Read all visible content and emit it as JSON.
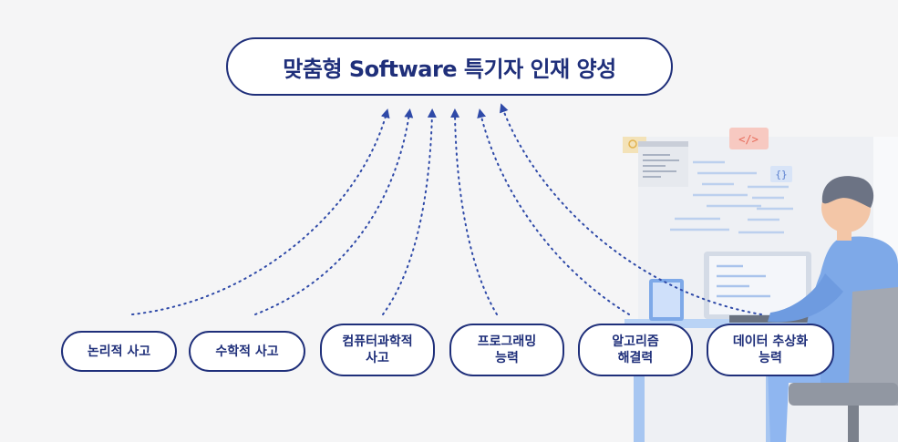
{
  "title": "맞춤형 Software 특기자 인재 양성",
  "nodes": [
    {
      "id": "logic",
      "lines": [
        "논리적 사고"
      ]
    },
    {
      "id": "math",
      "lines": [
        "수학적 사고"
      ]
    },
    {
      "id": "cs",
      "lines": [
        "컴퓨터과학적",
        "사고"
      ]
    },
    {
      "id": "programming",
      "lines": [
        "프로그래밍",
        "능력"
      ]
    },
    {
      "id": "algorithm",
      "lines": [
        "알고리즘",
        "해결력"
      ]
    },
    {
      "id": "abstraction",
      "lines": [
        "데이터 추상화",
        "능력"
      ]
    }
  ],
  "illustration": {
    "code_tag": "</>",
    "braces_tag": "{}"
  },
  "colors": {
    "primary": "#1f2f7a",
    "arrow": "#2f4aa8",
    "background": "#f5f5f6",
    "illustration_blue": "#8fb6f0"
  }
}
